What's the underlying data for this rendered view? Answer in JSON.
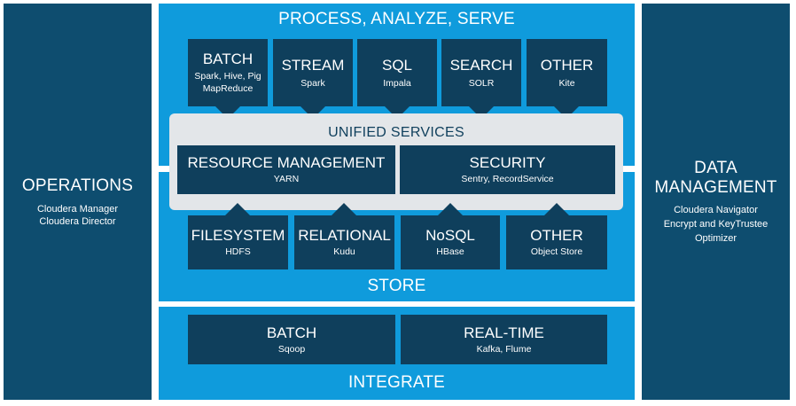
{
  "operations": {
    "title": "OPERATIONS",
    "lines": [
      "Cloudera Manager",
      "Cloudera Director"
    ]
  },
  "data_management": {
    "title_line1": "DATA",
    "title_line2": "MANAGEMENT",
    "lines": [
      "Cloudera Navigator",
      "Encrypt and KeyTrustee",
      "Optimizer"
    ]
  },
  "process": {
    "title": "PROCESS, ANALYZE, SERVE",
    "boxes": [
      {
        "title": "BATCH",
        "lines": [
          "Spark, Hive, Pig",
          "MapReduce"
        ]
      },
      {
        "title": "STREAM",
        "lines": [
          "Spark"
        ]
      },
      {
        "title": "SQL",
        "lines": [
          "Impala"
        ]
      },
      {
        "title": "SEARCH",
        "lines": [
          "SOLR"
        ]
      },
      {
        "title": "OTHER",
        "lines": [
          "Kite"
        ]
      }
    ]
  },
  "unified": {
    "title": "UNIFIED SERVICES",
    "boxes": [
      {
        "title": "RESOURCE MANAGEMENT",
        "sub": "YARN"
      },
      {
        "title": "SECURITY",
        "sub": "Sentry, RecordService"
      }
    ]
  },
  "store": {
    "title": "STORE",
    "boxes": [
      {
        "title": "FILESYSTEM",
        "sub": "HDFS"
      },
      {
        "title": "RELATIONAL",
        "sub": "Kudu"
      },
      {
        "title": "NoSQL",
        "sub": "HBase"
      },
      {
        "title": "OTHER",
        "sub": "Object Store"
      }
    ]
  },
  "integrate": {
    "title": "INTEGRATE",
    "boxes": [
      {
        "title": "BATCH",
        "sub": "Sqoop"
      },
      {
        "title": "REAL-TIME",
        "sub": "Kafka, Flume"
      }
    ]
  },
  "colors": {
    "side": "#0e4d6f",
    "blue": "#0f9bdc",
    "navy": "#0f3f5c",
    "unified_bg": "#e3e6e9"
  }
}
